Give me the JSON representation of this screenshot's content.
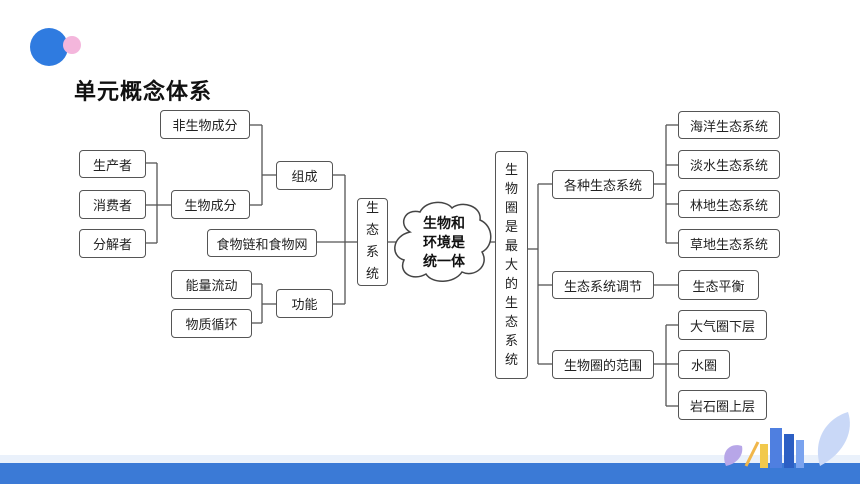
{
  "title": "单元概念体系",
  "center": {
    "line1": "生物和",
    "line2": "环境是",
    "line3": "统一体"
  },
  "left": {
    "ecosystem": [
      "生",
      "态",
      "系",
      "统"
    ],
    "composition": "组成",
    "function": "功能",
    "nonliving": "非生物成分",
    "living": "生物成分",
    "producer": "生产者",
    "consumer": "消费者",
    "decomposer": "分解者",
    "foodchain": "食物链和食物网",
    "energy": "能量流动",
    "matter": "物质循环"
  },
  "right": {
    "biosphere": [
      "生",
      "物",
      "圈",
      "是",
      "最",
      "大",
      "的",
      "生",
      "态",
      "系",
      "统"
    ],
    "types": "各种生态系统",
    "regulation": "生态系统调节",
    "range": "生物圈的范围",
    "marine": "海洋生态系统",
    "freshwater": "淡水生态系统",
    "forest": "林地生态系统",
    "grassland": "草地生态系统",
    "balance": "生态平衡",
    "atmosphere": "大气圈下层",
    "hydrosphere": "水圈",
    "lithosphere": "岩石圈上层"
  },
  "colors": {
    "accent": "#3b7ad6",
    "dot_blue": "#2f7be0",
    "dot_pink": "#f4b6dc"
  }
}
